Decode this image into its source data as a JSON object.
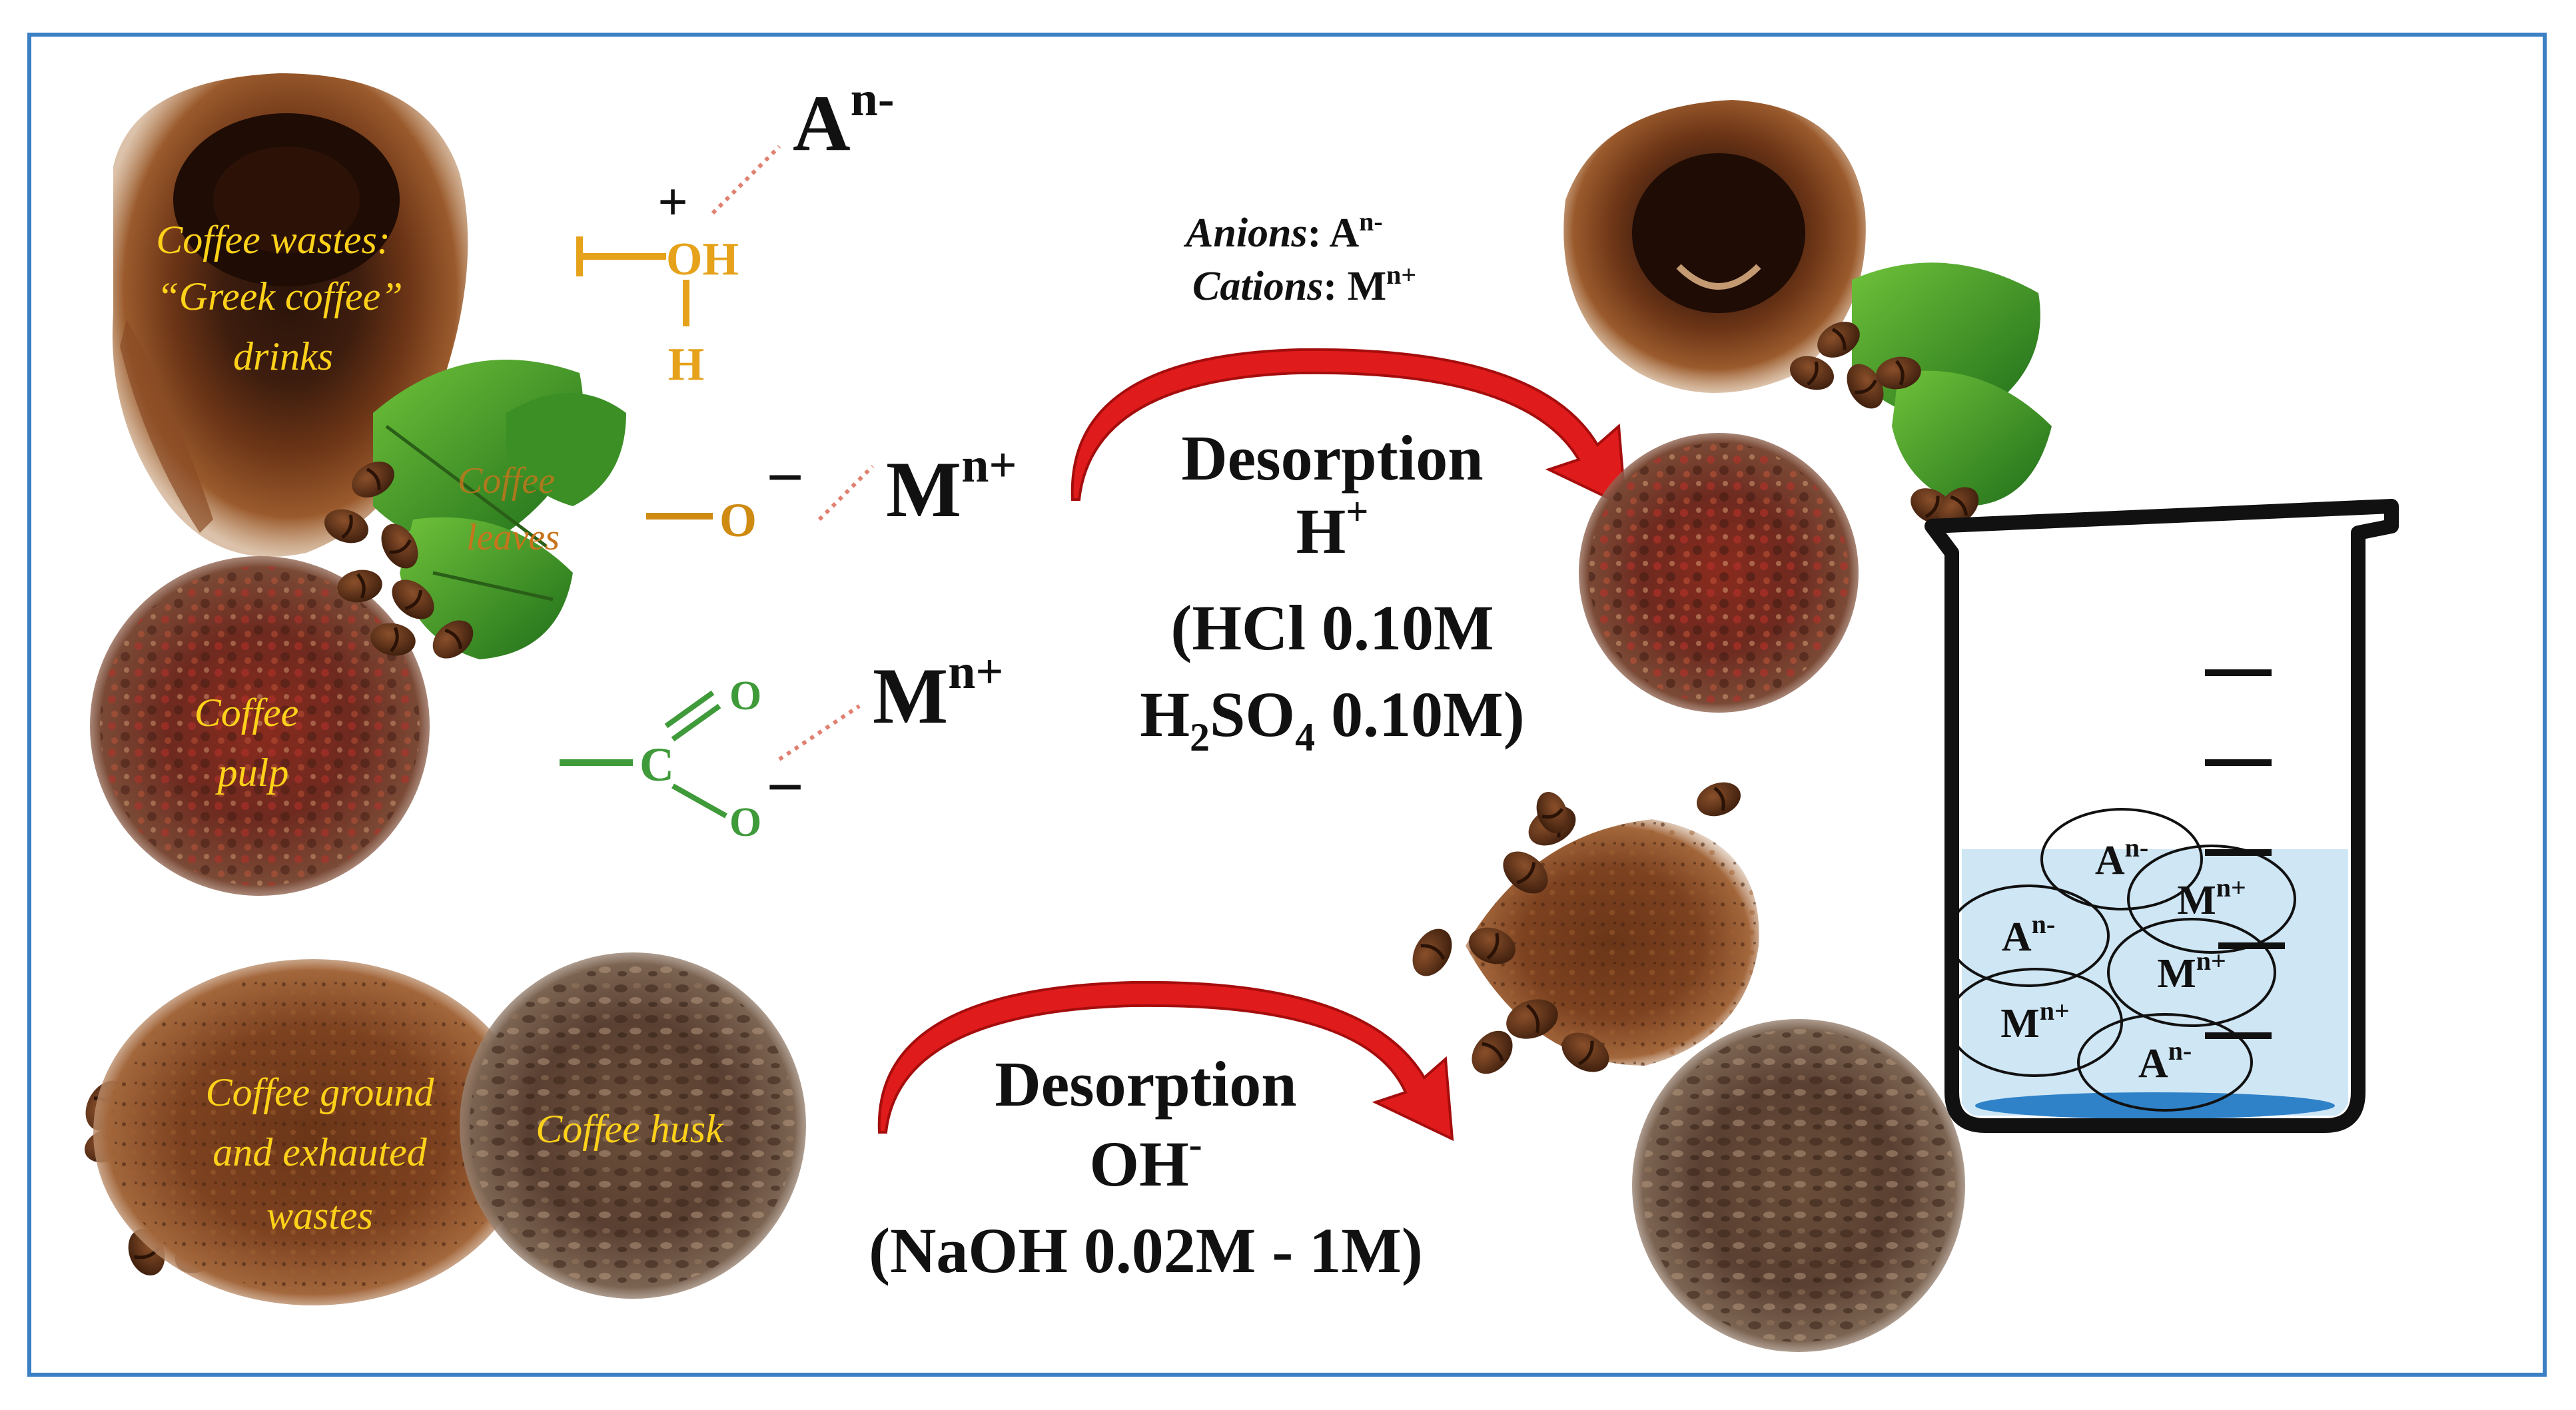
{
  "colors": {
    "frame": "#3b7fc4",
    "hydroxyl": "#e5a21a",
    "phenoxide": "#cf8a12",
    "carboxyl": "#3f9a3a",
    "arrow": "#e01b1b",
    "label": "#ffd21a",
    "water": "#cfe6f5"
  },
  "icons": {
    "coffee_grounds": "coffee-grounds-cup-image",
    "coffee_leaves": "coffee-leaves-image",
    "coffee_pulp": "coffee-pulp-image",
    "coffee_beans": "coffee-beans-image",
    "coffee_husk": "coffee-husk-image",
    "beaker": "beaker-icon"
  },
  "sources": {
    "coffee_wastes": [
      "Coffee wastes:",
      "“Greek coffee”",
      "drinks"
    ],
    "coffee_leaves": [
      "Coffee",
      "leaves"
    ],
    "coffee_pulp": [
      "Coffee",
      "pulp"
    ],
    "coffee_ground": [
      "Coffee ground",
      "and exhauted",
      "wastes"
    ],
    "coffee_husk": "Coffee husk"
  },
  "groups": {
    "hydroxyl": {
      "charge": "+",
      "o": "OH",
      "h": "H",
      "ion": "A",
      "ion_sup": "n-"
    },
    "phenoxide": {
      "o": "O",
      "charge": "−",
      "ion": "M",
      "ion_sup": "n+"
    },
    "carboxyl": {
      "c": "C",
      "o_top": "O",
      "o_bottom": "O",
      "charge": "−",
      "ion": "M",
      "ion_sup": "n+"
    }
  },
  "legend": {
    "anions_label": "Anions",
    "anions_value": ": A",
    "anions_sup": "n-",
    "cations_label": "Cations",
    "cations_value": ": M",
    "cations_sup": "n+"
  },
  "acid_desorption": {
    "title": "Desorption",
    "agent": "H",
    "agent_sup": "+",
    "line1": "(HCl 0.10M",
    "line2_a": "H",
    "line2_sub1": "2",
    "line2_b": "SO",
    "line2_sub2": "4",
    "line2_c": " 0.10M)"
  },
  "base_desorption": {
    "title": "Desorption",
    "agent": "OH",
    "agent_sup": "-",
    "line1": "(NaOH 0.02M - 1M)"
  },
  "beaker": {
    "ions": [
      {
        "base": "A",
        "sup": "n-"
      },
      {
        "base": "M",
        "sup": "n+"
      },
      {
        "base": "A",
        "sup": "n-"
      },
      {
        "base": "M",
        "sup": "n+"
      },
      {
        "base": "M",
        "sup": "n+"
      },
      {
        "base": "A",
        "sup": "n-"
      }
    ]
  }
}
